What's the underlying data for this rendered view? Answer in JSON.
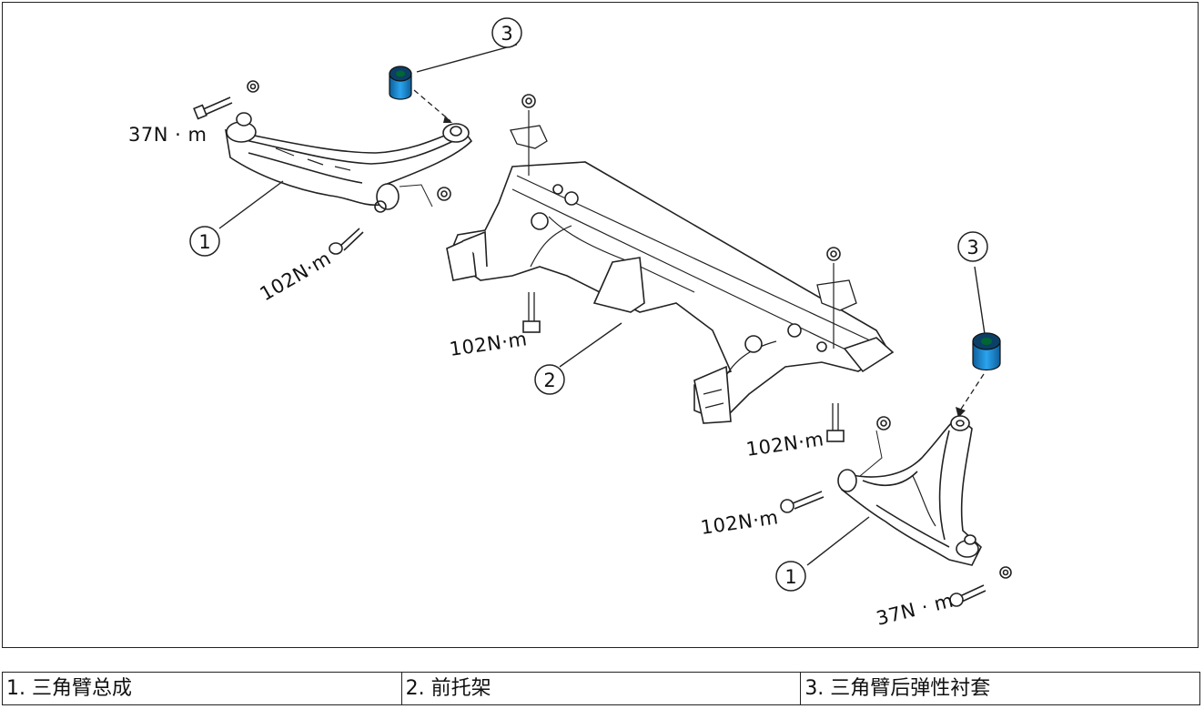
{
  "callouts": {
    "arm_left": "1",
    "arm_right": "1",
    "subframe": "2",
    "bushing_left": "3",
    "bushing_right": "3"
  },
  "torques": {
    "left_balljoint": "37N · m",
    "left_rear_bolt": "102N·m",
    "subframe_front_bolt": "102N·m",
    "subframe_rear_bolt": "102N·m",
    "right_front_bolt": "102N·m",
    "right_balljoint": "37N · m"
  },
  "legend": [
    "1. 三角臂总成",
    "2. 前托架",
    "3. 三角臂后弹性衬套"
  ],
  "colors": {
    "bushing": "#1a8fd6",
    "line": "#222222"
  }
}
